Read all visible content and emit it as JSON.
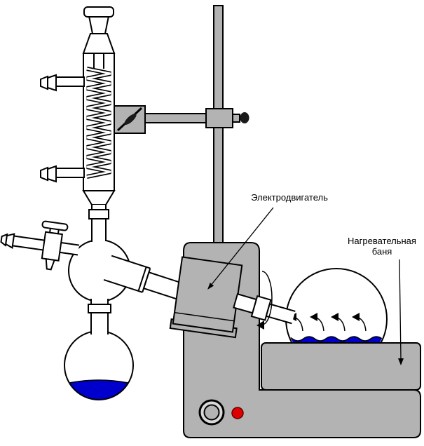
{
  "diagram": {
    "labels": {
      "motor": "Электродвигатель",
      "bath_line1": "Нагревательная",
      "bath_line2": "баня"
    }
  },
  "colors": {
    "metal": "#b3b3b3",
    "metal_light": "#d8d8d8",
    "glass": "#ffffff",
    "outline": "#000000",
    "liquid": "#0000cc",
    "indicator": "#dd0000",
    "hardware": "#1a1a1a"
  }
}
